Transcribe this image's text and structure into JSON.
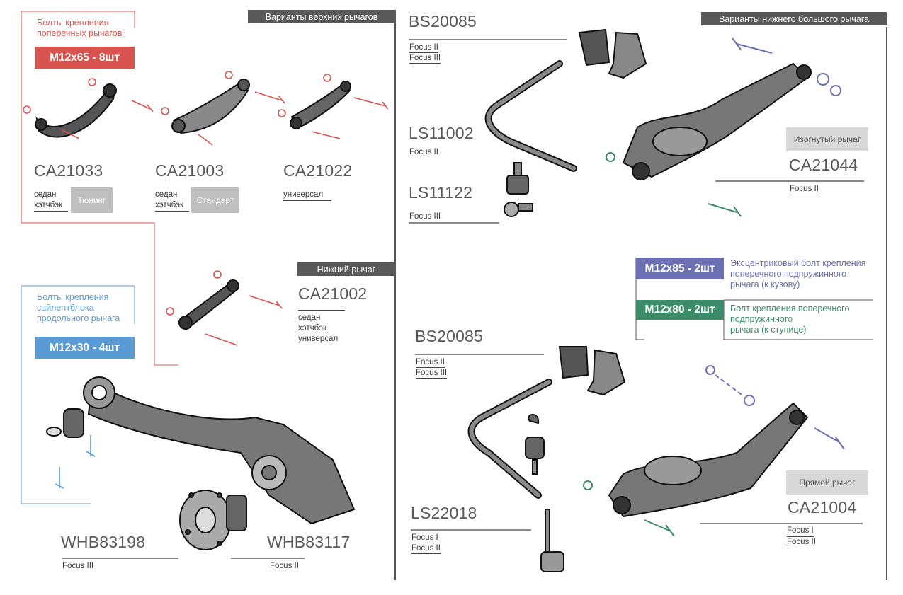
{
  "upper_left": {
    "header": "Варианты верхних рычагов",
    "bolt_label_1": "Болты крепления",
    "bolt_label_2": "поперечных рычагов",
    "bolt_badge": "M12x65 - 8шт",
    "parts": [
      {
        "code": "CA21033",
        "sub1": "седан",
        "sub2": "хэтчбэк",
        "tag": "Тюнинг"
      },
      {
        "code": "CA21003",
        "sub1": "седан",
        "sub2": "хэтчбэк",
        "tag": "Стандарт"
      },
      {
        "code": "CA21022",
        "sub1": "универсал"
      }
    ]
  },
  "lower_lever": {
    "header": "Нижний рычаг",
    "code": "CA21002",
    "sub1": "седан",
    "sub2": "хэтчбэк",
    "sub3": "универсал"
  },
  "trailing": {
    "bolt_label_1": "Болты крепления",
    "bolt_label_2": "сайлентблока",
    "bolt_label_3": "продольного рычага",
    "bolt_badge": "M12x30 - 4шт",
    "hub1": {
      "code": "WHB83198",
      "sub": "Focus III"
    },
    "hub2": {
      "code": "WHB83117",
      "sub": "Focus II"
    }
  },
  "stab_top": {
    "bushing": {
      "code": "BS20085",
      "sub1": "Focus II",
      "sub2": "Focus III"
    },
    "link1": {
      "code": "LS11002",
      "sub": "Focus II"
    },
    "link2": {
      "code": "LS11122",
      "sub": "Focus III"
    }
  },
  "stab_bottom": {
    "bushing": {
      "code": "BS20085",
      "sub1": "Focus II",
      "sub2": "Focus III"
    },
    "link": {
      "code": "LS22018",
      "sub1": "Focus I",
      "sub2": "Focus II"
    }
  },
  "lower_big": {
    "header": "Варианты нижнего большого рычага",
    "curved": {
      "tag": "Изогнутый рычаг",
      "code": "CA21044",
      "sub": "Focus II"
    },
    "straight": {
      "tag": "Прямой рычаг",
      "code": "CA21004",
      "sub1": "Focus I",
      "sub2": "Focus II"
    },
    "bolt1": {
      "badge": "M12x85 - 2шт",
      "line1": "Эксцентриковый болт крепления",
      "line2": "поперечного подпружинного",
      "line3": "рычага (к кузову)"
    },
    "bolt2": {
      "badge": "M12x80 - 2шт",
      "line1": "Болт крепления поперечного",
      "line2": "подпружинного",
      "line3": "рычага (к ступице)"
    }
  },
  "colors": {
    "red": "#d9534f",
    "blue": "#5b9bd5",
    "purple": "#6c6fb3",
    "green": "#3c8c6a",
    "header": "#595959",
    "tag": "#bfbfbf"
  }
}
